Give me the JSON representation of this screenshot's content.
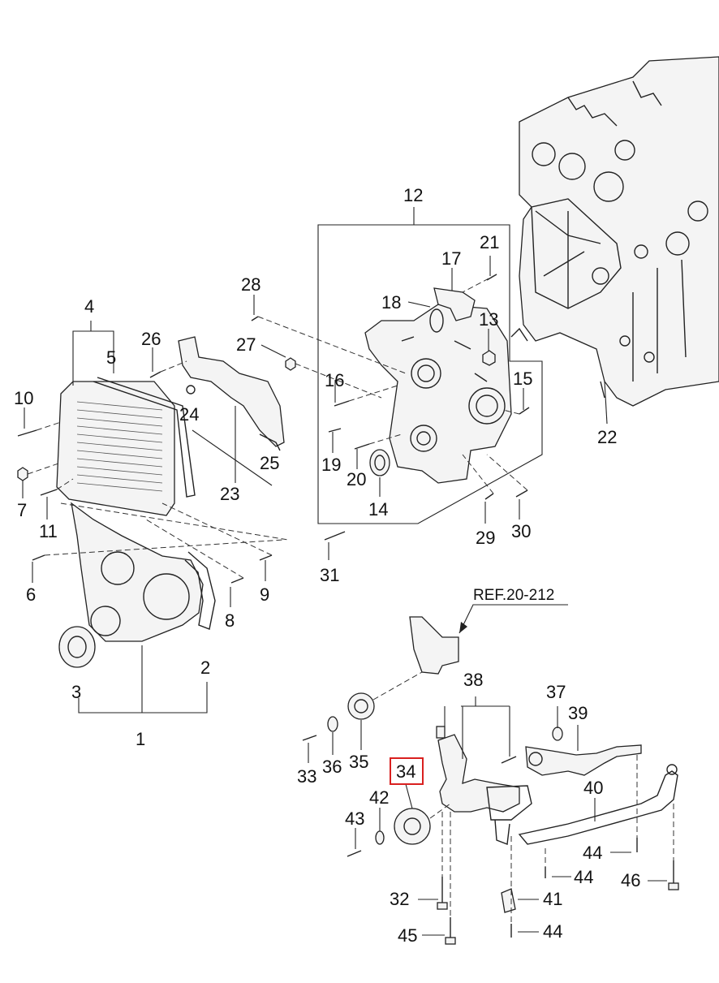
{
  "diagram": {
    "reference_note": "REF.20-212",
    "highlighted_callout": "34",
    "highlight_color": "#d9201f",
    "callouts": [
      "1",
      "2",
      "3",
      "4",
      "5",
      "6",
      "7",
      "8",
      "9",
      "10",
      "11",
      "12",
      "13",
      "14",
      "15",
      "16",
      "17",
      "18",
      "19",
      "20",
      "21",
      "22",
      "23",
      "24",
      "25",
      "26",
      "27",
      "28",
      "29",
      "30",
      "31",
      "32",
      "33",
      "34",
      "35",
      "36",
      "37",
      "38",
      "39",
      "40",
      "41",
      "42",
      "43",
      "44",
      "44",
      "44",
      "45",
      "46"
    ]
  }
}
